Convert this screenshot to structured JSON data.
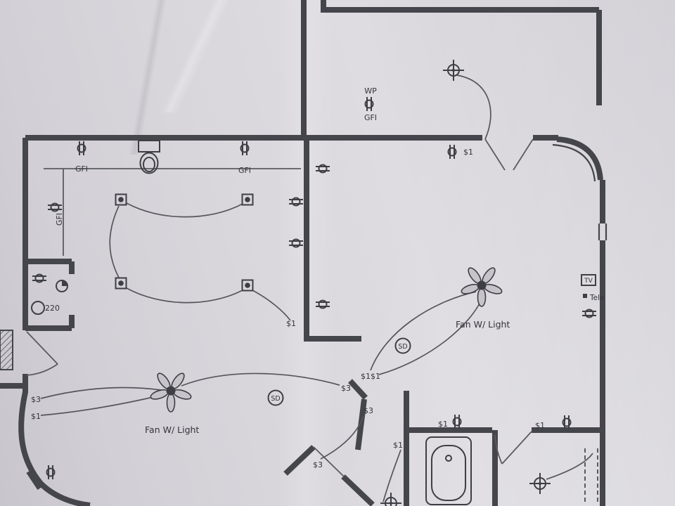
{
  "labels": {
    "wp": "WP",
    "gfi": "GFI",
    "switch_1": "$1",
    "switch_3": "$3",
    "switch_1_1": "$1$1",
    "outlet_220": "220",
    "smoke_detector": "SD",
    "fan_with_light": "Fan W/ Light",
    "tv": "TV",
    "tele": "Tele"
  }
}
